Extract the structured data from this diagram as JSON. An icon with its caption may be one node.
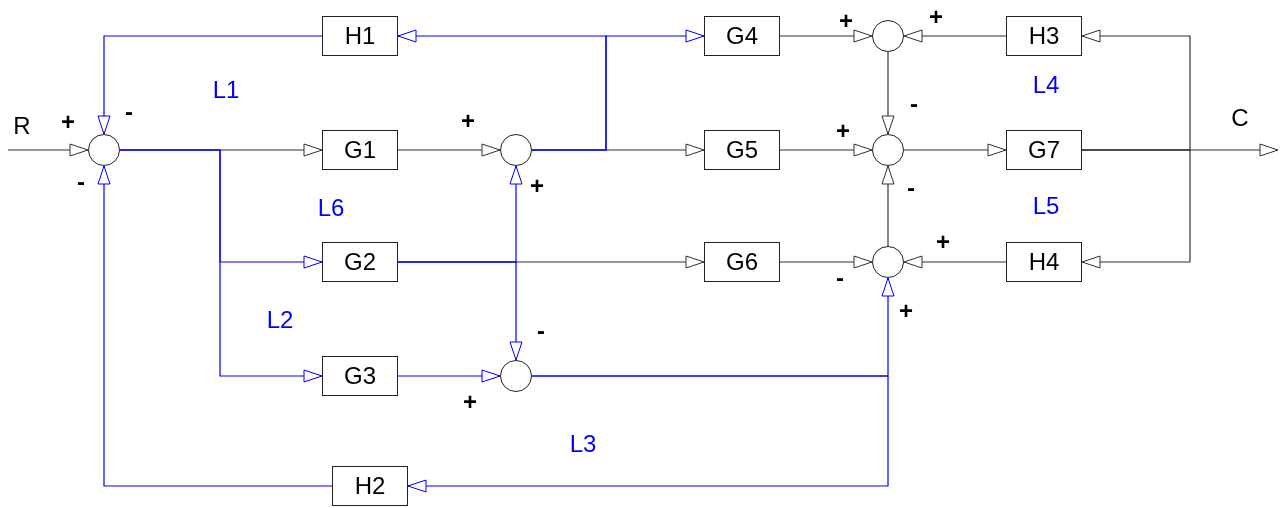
{
  "diagram": {
    "nodes": [
      {
        "text": [
          "H1"
        ]
      },
      {
        "text": [
          "G4"
        ]
      },
      {
        "text": [],
        "shape": "circle"
      },
      {
        "text": [
          "H3"
        ]
      },
      {
        "text": [],
        "shape": "circle"
      },
      {
        "text": [
          "G1"
        ]
      },
      {
        "text": [],
        "shape": "circle"
      },
      {
        "text": [
          "G5"
        ]
      },
      {
        "text": [],
        "shape": "circle"
      },
      {
        "text": [
          "G7"
        ]
      },
      {
        "text": [
          "G2"
        ]
      },
      {
        "text": [
          "G6"
        ]
      },
      {
        "text": [],
        "shape": "circle"
      },
      {
        "text": [
          "H4"
        ]
      },
      {
        "text": [
          "G3"
        ]
      },
      {
        "text": [],
        "shape": "circle"
      },
      {
        "text": [
          "H2"
        ]
      }
    ],
    "edges": [
      {
        "from": null,
        "to": 4,
        "arrow": "to"
      },
      {
        "from": 4,
        "to": 5,
        "arrow": "to"
      },
      {
        "from": 4,
        "to": 10,
        "arrow": "to",
        "color": "#0000ff"
      },
      {
        "from": 4,
        "to": 14,
        "arrow": "to",
        "color": "#0000ff"
      },
      {
        "from": 5,
        "to": 6,
        "arrow": "to"
      },
      {
        "from": 6,
        "to": 7,
        "arrow": "to"
      },
      {
        "from": 6,
        "to": 1,
        "arrow": "to",
        "color": "#0000ff"
      },
      {
        "from": 6,
        "to": 0,
        "arrow": "to",
        "color": "#0000ff"
      },
      {
        "from": 0,
        "to": 4,
        "arrow": "to",
        "color": "#0000ff"
      },
      {
        "from": 1,
        "to": 2,
        "arrow": "to"
      },
      {
        "from": 3,
        "to": 2,
        "arrow": "to"
      },
      {
        "from": 2,
        "to": 8,
        "arrow": "to"
      },
      {
        "from": 7,
        "to": 8,
        "arrow": "to"
      },
      {
        "from": 8,
        "to": 9,
        "arrow": "to"
      },
      {
        "from": 9,
        "to": null,
        "arrow": "to"
      },
      {
        "from": 9,
        "to": 3,
        "arrow": "to"
      },
      {
        "from": 9,
        "to": 13,
        "arrow": "to"
      },
      {
        "from": 13,
        "to": 12,
        "arrow": "to"
      },
      {
        "from": 11,
        "to": 12,
        "arrow": "to"
      },
      {
        "from": 12,
        "to": 8,
        "arrow": "to"
      },
      {
        "from": 10,
        "to": 11,
        "arrow": "to"
      },
      {
        "from": 10,
        "to": 6,
        "arrow": "to",
        "color": "#0000ff"
      },
      {
        "from": 10,
        "to": 15,
        "arrow": "to",
        "color": "#0000ff"
      },
      {
        "from": 14,
        "to": 15,
        "arrow": "to",
        "color": "#0000ff"
      },
      {
        "from": 15,
        "to": 12,
        "arrow": "to",
        "color": "#0000ff"
      },
      {
        "from": 15,
        "to": 16,
        "arrow": "to",
        "color": "#0000ff"
      },
      {
        "from": 16,
        "to": 4,
        "arrow": "to",
        "color": "#0000ff"
      }
    ],
    "labels": [
      "+",
      "+",
      "L4",
      "L1",
      "-",
      "-",
      "R",
      "+",
      "+",
      "C",
      "+",
      "+",
      "-",
      "-",
      "L5",
      "L6",
      "+",
      "-",
      "+",
      "L2",
      "-",
      "+",
      "L3"
    ]
  }
}
